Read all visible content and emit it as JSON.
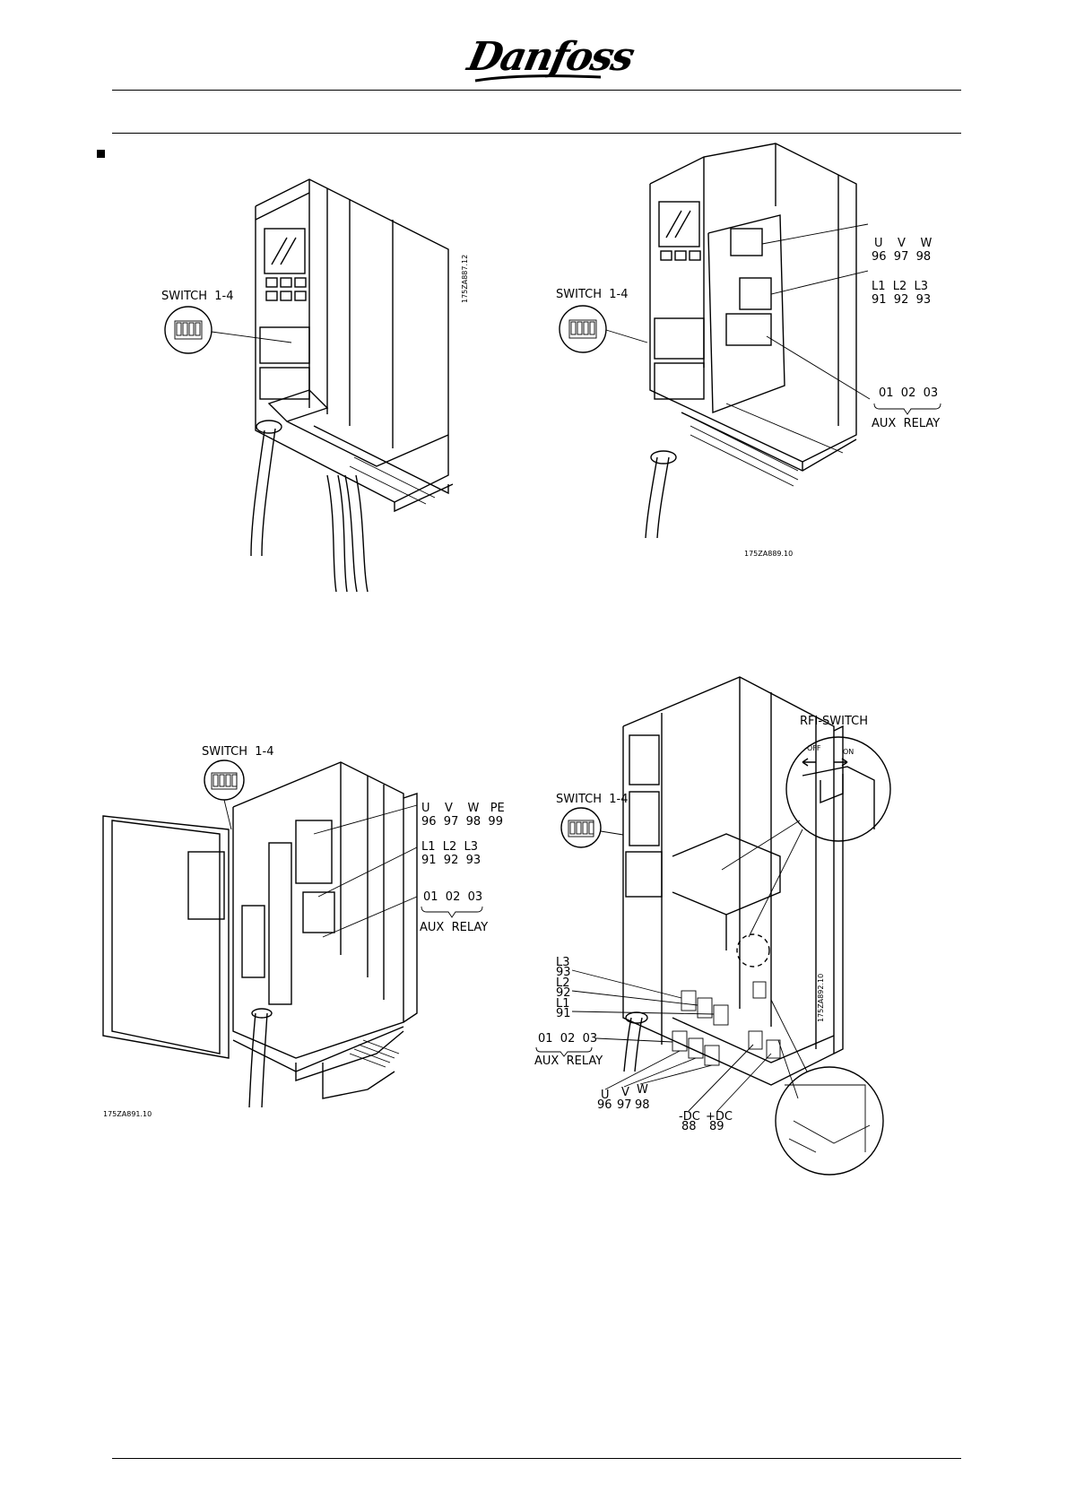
{
  "brand": {
    "logo_text": "Danfoss"
  },
  "figures": [
    {
      "id": "fig1",
      "switch_label": "SWITCH  1-4",
      "drawing_code": "175ZA887.12"
    },
    {
      "id": "fig2",
      "switch_label": "SWITCH  1-4",
      "uvw_row1": "U    V    W",
      "uvw_row2": "96  97  98",
      "l_row1": "L1  L2  L3",
      "l_row2": "91  92  93",
      "aux_row1": "01  02  03",
      "aux_row2": "AUX  RELAY",
      "drawing_code": "175ZA889.10"
    },
    {
      "id": "fig3",
      "switch_label": "SWITCH  1-4",
      "uvw_row1": "U    V    W   PE",
      "uvw_row2": "96  97  98  99",
      "l_row1": "L1  L2  L3",
      "l_row2": "91  92  93",
      "aux_row1": "01  02  03",
      "aux_row2": "AUX  RELAY",
      "drawing_code": "175ZA891.10"
    },
    {
      "id": "fig4",
      "switch_label": "SWITCH  1-4",
      "rfi_label": "RFI-SWITCH",
      "off_label": "OFF",
      "on_label": "ON",
      "l3": "L3",
      "n93": "93",
      "l2": "L2",
      "n92": "92",
      "l1": "L1",
      "n91": "91",
      "aux_row1": "01  02  03",
      "aux_row2": "AUX  RELAY",
      "u": "U",
      "v": "V",
      "w": "W",
      "n96": "96",
      "n97": "97",
      "n98": "98",
      "mdc": "-DC",
      "pdc": "+DC",
      "n88": "88",
      "n89": "89",
      "drawing_code": "175ZA892.10"
    }
  ]
}
